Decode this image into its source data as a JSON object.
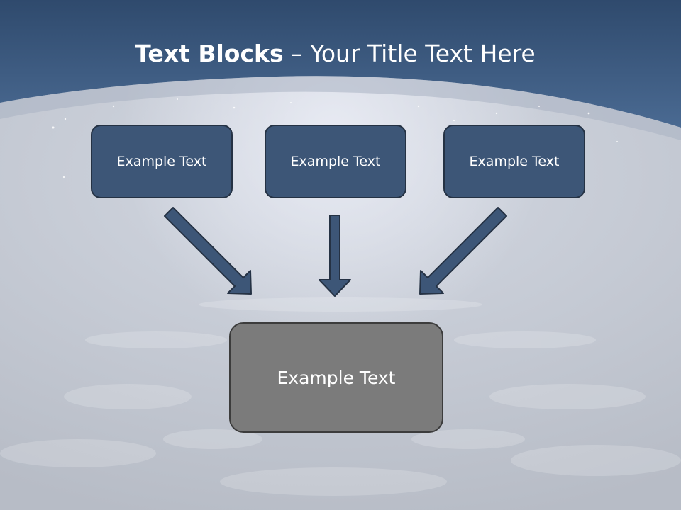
{
  "slide": {
    "title_bold": "Text Blocks",
    "title_rest": " – Your Title Text Here",
    "boxes": [
      "Example Text",
      "Example Text",
      "Example Text"
    ],
    "target": "Example Text"
  },
  "colors": {
    "header_blue": "#3f5f86",
    "box_fill": "#3d5677",
    "box_border": "#253244",
    "target_fill": "#7b7b7b",
    "arrow_fill": "#3d5677"
  }
}
